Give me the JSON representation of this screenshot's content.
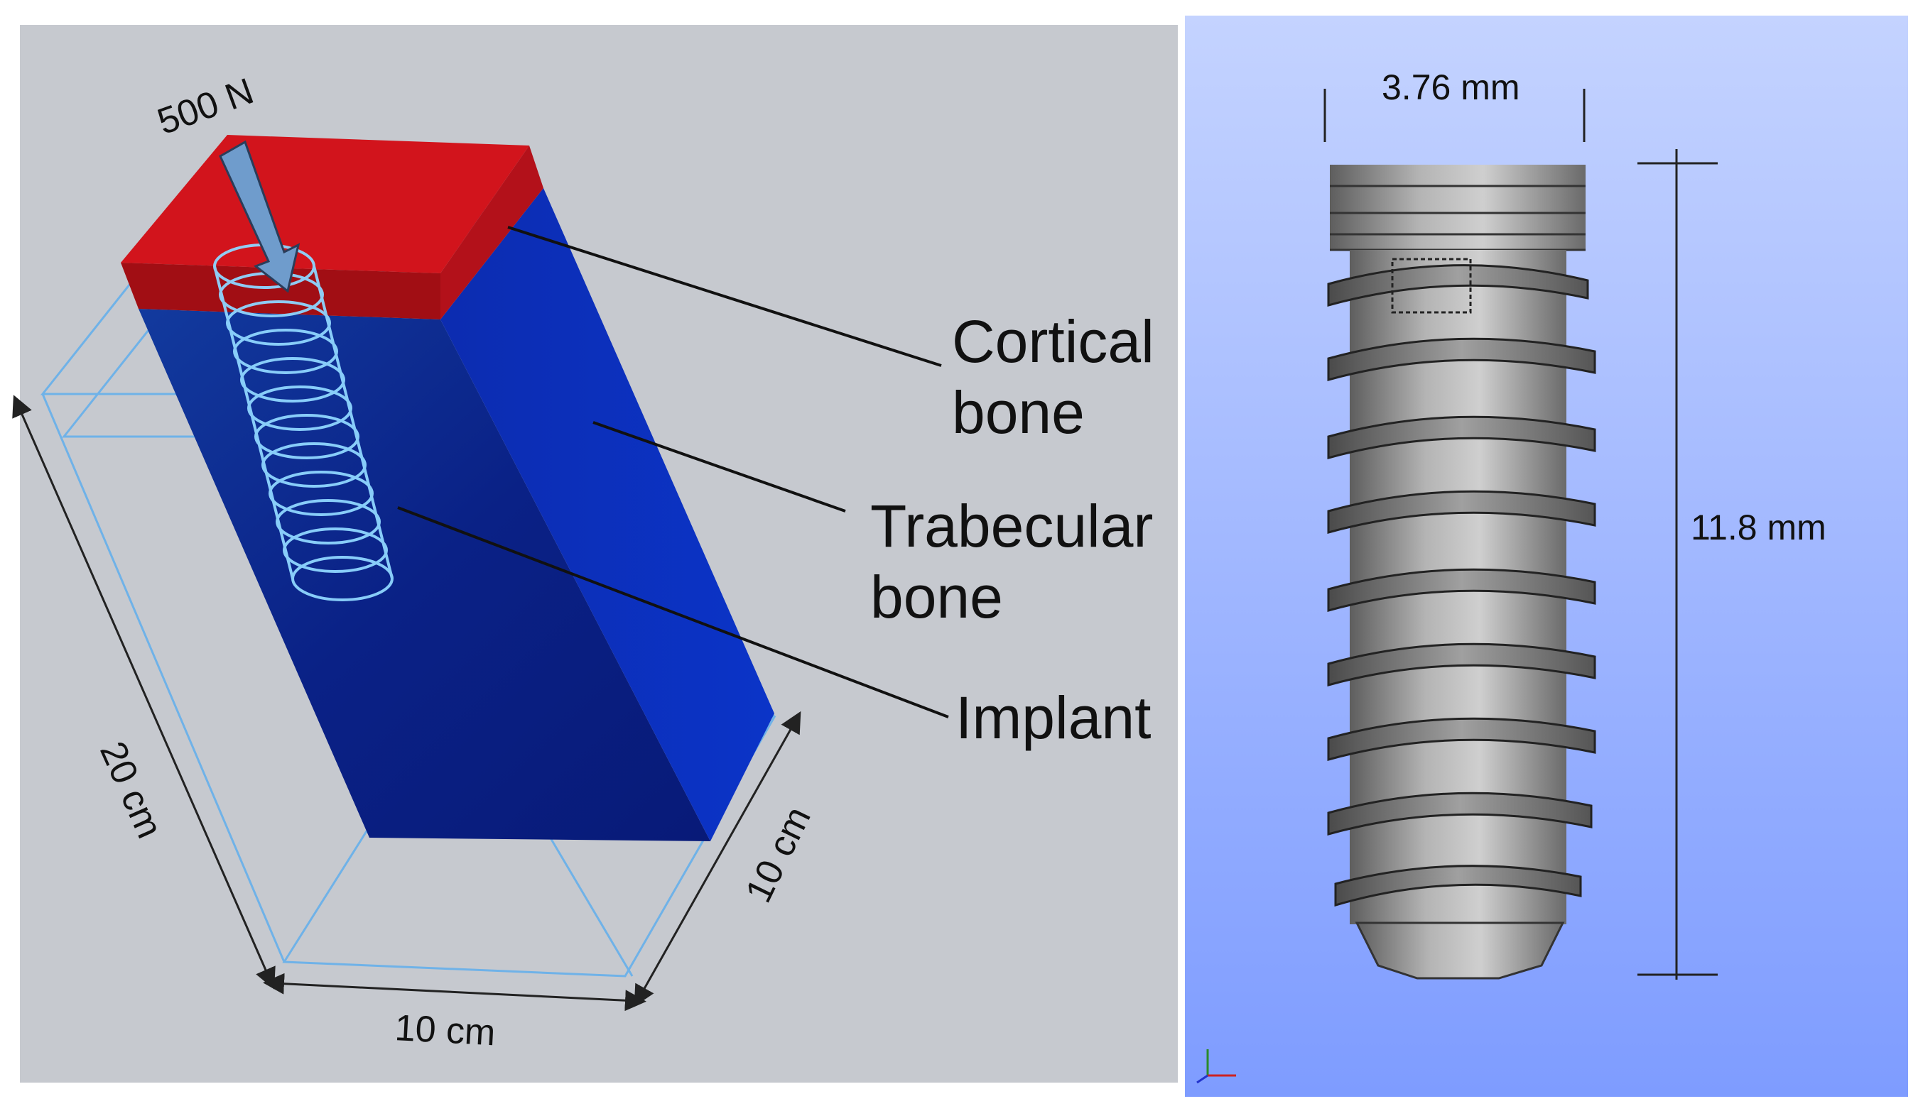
{
  "left_panel": {
    "load_label": "500 N",
    "callouts": {
      "cortical_line1": "Cortical",
      "cortical_line2": "bone",
      "trabecular_line1": "Trabecular",
      "trabecular_line2": "bone",
      "implant": "Implant"
    },
    "dimensions": {
      "height": "20 cm",
      "width_bottom": "10 cm",
      "depth_right": "10 cm"
    },
    "colors": {
      "background": "#c6c9cf",
      "cortical": "#d2141c",
      "trabecular": "#0a1d8c",
      "implant_wire": "#7fd0ff",
      "load_arrow": "#6f9ccc"
    }
  },
  "right_panel": {
    "diameter_label": "3.76 mm",
    "length_label": "11.8 mm",
    "colors": {
      "background_top": "#c4d3ff",
      "background_bottom": "#7e9cff",
      "implant_body": "#a8a8a8"
    }
  }
}
